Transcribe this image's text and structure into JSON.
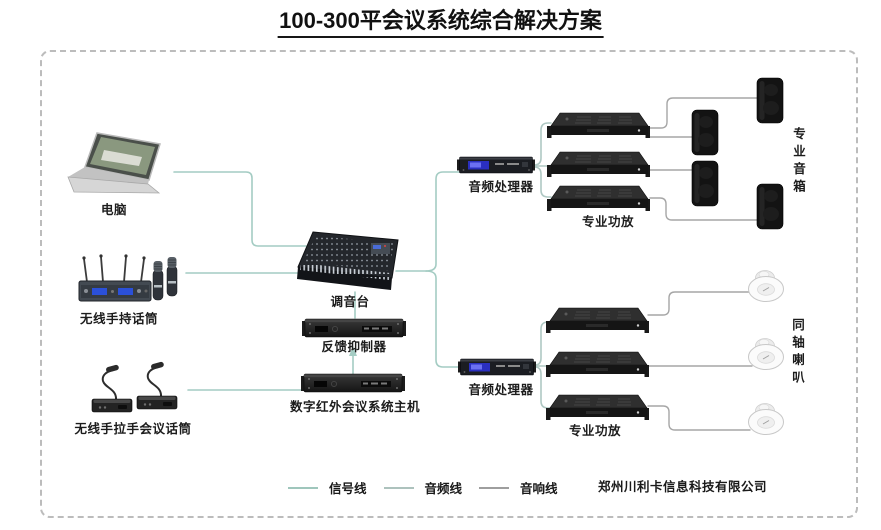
{
  "title": "100-300平会议系统综合解决方案",
  "devices": {
    "computer": "电脑",
    "wireless_handheld_mic": "无线手持话筒",
    "wireless_conference_mic": "无线手拉手会议话筒",
    "mixer": "调音台",
    "feedback_suppressor": "反馈抑制器",
    "digital_ir_host": "数字红外会议系统主机",
    "audio_processor_top": "音频处理器",
    "audio_processor_bottom": "音频处理器",
    "pro_amplifier_top": "专业功放",
    "pro_amplifier_bottom": "专业功放",
    "pro_speaker": "专业音箱",
    "coaxial_speaker": "同轴喇叭"
  },
  "legend": {
    "items": [
      {
        "label": "信号线",
        "color": "#9fc6bc"
      },
      {
        "label": "音频线",
        "color": "#adc2bd"
      },
      {
        "label": "音响线",
        "color": "#9e9e9e"
      }
    ]
  },
  "company": "郑州川利卡信息科技有限公司",
  "colors": {
    "signal_line": "#a4ccc3",
    "audio_line": "#afc8c3",
    "speaker_line": "#a6a6a6",
    "border": "#bcbcbc"
  }
}
